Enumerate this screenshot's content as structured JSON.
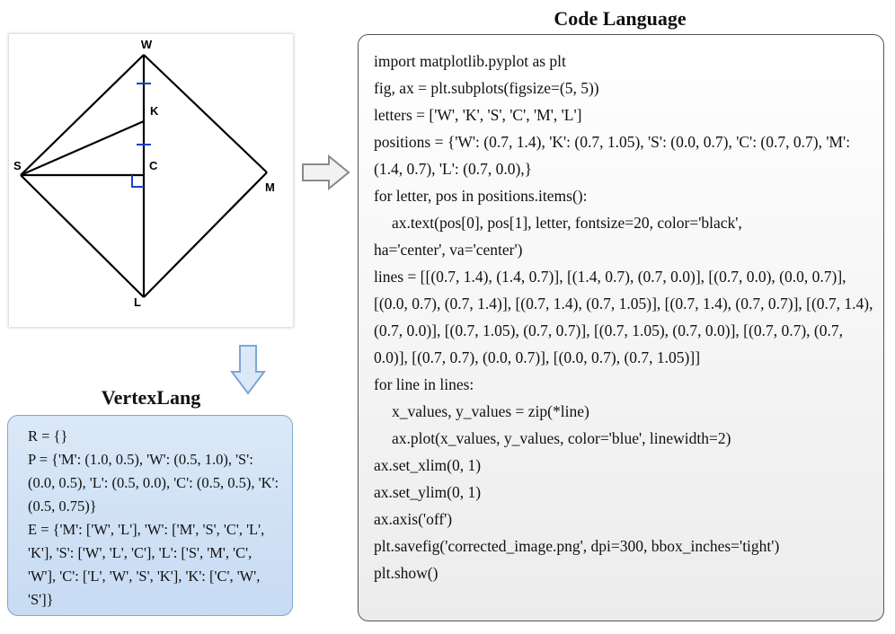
{
  "diagram": {
    "vertex_labels": {
      "W": "W",
      "K": "K",
      "S": "S",
      "C": "C",
      "M": "M",
      "L": "L"
    },
    "line_color": "#000000",
    "tick_color": "#1a3fd1"
  },
  "vertexlang": {
    "title": "VertexLang",
    "lines": [
      "R = {}",
      "P = {'M': (1.0, 0.5), 'W': (0.5, 1.0), 'S': (0.0, 0.5), 'L': (0.5, 0.0), 'C': (0.5, 0.5), 'K': (0.5, 0.75)}",
      "E = {'M': ['W', 'L'], 'W': ['M', 'S', 'C', 'L', 'K'], 'S': ['W', 'L', 'C'], 'L': ['S', 'M', 'C', 'W'], 'C': ['L', 'W', 'S', 'K'], 'K': ['C', 'W', 'S']}"
    ],
    "box_color": "#cfe0f5",
    "border_color": "#7ea6d4"
  },
  "code_language": {
    "title": "Code Language",
    "lines": [
      {
        "text": "import matplotlib.pyplot as plt",
        "indent": false
      },
      {
        "text": "fig, ax = plt.subplots(figsize=(5, 5))",
        "indent": false
      },
      {
        "text": "letters = ['W', 'K', 'S', 'C', 'M', 'L']",
        "indent": false
      },
      {
        "text": "positions = {'W': (0.7, 1.4), 'K': (0.7, 1.05), 'S': (0.0, 0.7), 'C': (0.7, 0.7), 'M': (1.4, 0.7), 'L': (0.7, 0.0),}",
        "indent": false
      },
      {
        "text": "for letter, pos in positions.items():",
        "indent": false
      },
      {
        "text": "ax.text(pos[0], pos[1], letter, fontsize=20, color='black',",
        "indent": true
      },
      {
        "text": "ha='center', va='center')",
        "indent": false
      },
      {
        "text": "lines = [[(0.7, 1.4), (1.4, 0.7)], [(1.4, 0.7), (0.7, 0.0)],  [(0.7, 0.0), (0.0, 0.7)],  [(0.0, 0.7), (0.7, 1.4)],  [(0.7, 1.4), (0.7, 1.05)], [(0.7, 1.4), (0.7, 0.7)], [(0.7, 1.4), (0.7, 0.0)], [(0.7, 1.05), (0.7, 0.7)],  [(0.7, 1.05), (0.7, 0.0)], [(0.7, 0.7), (0.7, 0.0)],  [(0.7, 0.7), (0.0, 0.7)], [(0.0, 0.7), (0.7, 1.05)]]",
        "indent": false
      },
      {
        "text": "for line in lines:",
        "indent": false
      },
      {
        "text": "x_values, y_values = zip(*line)",
        "indent": true
      },
      {
        "text": "ax.plot(x_values, y_values, color='blue', linewidth=2)",
        "indent": true
      },
      {
        "text": "ax.set_xlim(0, 1)",
        "indent": false
      },
      {
        "text": "ax.set_ylim(0, 1)",
        "indent": false
      },
      {
        "text": "ax.axis('off')",
        "indent": false
      },
      {
        "text": "plt.savefig('corrected_image.png', dpi=300, bbox_inches='tight')",
        "indent": false
      },
      {
        "text": "plt.show()",
        "indent": false
      }
    ],
    "border_color": "#555555"
  },
  "arrows": {
    "fill": "#f2f2f2",
    "stroke": "#8a8a8a",
    "down_fill": "#dbe8f7",
    "down_stroke": "#7ea6d4"
  }
}
